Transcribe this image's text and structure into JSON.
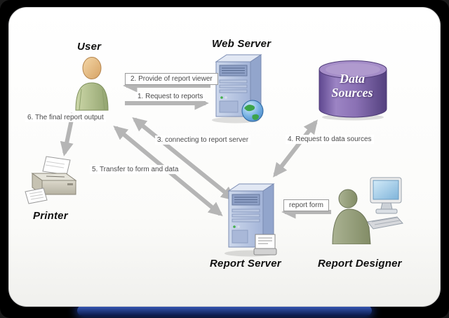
{
  "nodes": {
    "user": {
      "label": "User"
    },
    "web_server": {
      "label": "Web Server"
    },
    "data_sources": {
      "line1": "Data",
      "line2": "Sources"
    },
    "printer": {
      "label": "Printer"
    },
    "report_server": {
      "label": "Report Server"
    },
    "report_designer": {
      "label": "Report Designer"
    }
  },
  "edges": {
    "request_reports": "1. Request to reports",
    "provide_viewer": "2. Provide of report viewer",
    "connect_report_server": "3. connecting to report server",
    "request_data_sources": "4. Request to data sources",
    "transfer_form_data": "5. Transfer to form and data",
    "final_output": "6. The final report output",
    "report_form": "report form"
  },
  "colors": {
    "background": "#000000",
    "panel": "#ffffff",
    "arrow": "#b5b5b5",
    "cylinder": "#8a71b4",
    "bottom_accent": "#1c3c96"
  }
}
